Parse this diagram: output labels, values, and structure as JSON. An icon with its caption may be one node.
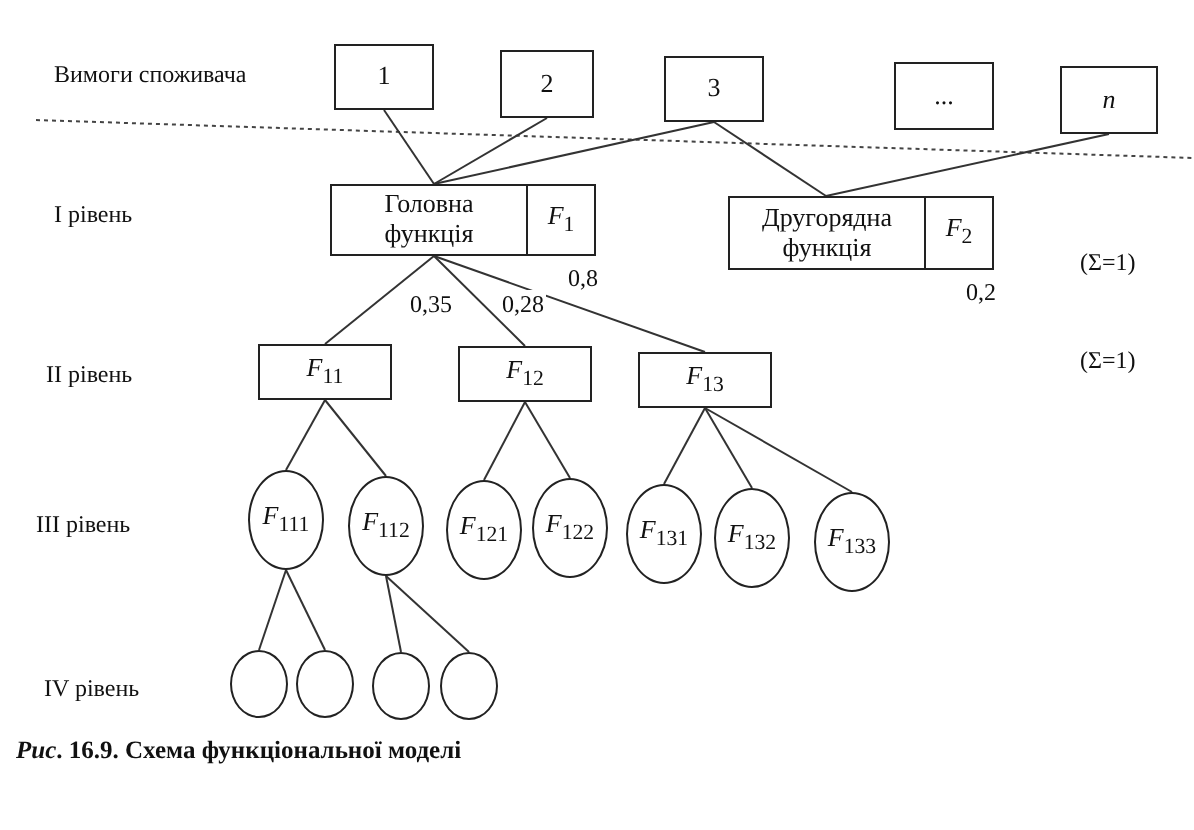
{
  "diagram": {
    "caption": "*Рис*. 16.9. Схема функціональної моделі",
    "nodes": [
      {
        "text": [
          "1"
        ]
      },
      {
        "text": [
          "2"
        ]
      },
      {
        "text": [
          "3"
        ]
      },
      {
        "text": [
          "..."
        ]
      },
      {
        "text": [
          "*n*"
        ]
      },
      {
        "text": [
          "Головна функція",
          "*F*$_{1}$"
        ],
        "beside": [
          "0,8"
        ]
      },
      {
        "text": [
          "Другорядна функція",
          "*F*$_{2}$"
        ],
        "beside": [
          "0,2"
        ]
      },
      {
        "text": [
          "*F*$_{11}$"
        ]
      },
      {
        "text": [
          "*F*$_{12}$"
        ]
      },
      {
        "text": [
          "*F*$_{13}$"
        ]
      },
      {
        "text": [
          "*F*$_{111}$"
        ]
      },
      {
        "text": [
          "*F*$_{112}$"
        ]
      },
      {
        "text": [
          "*F*$_{121}$"
        ]
      },
      {
        "text": [
          "*F*$_{122}$"
        ]
      },
      {
        "text": [
          "*F*$_{131}$"
        ]
      },
      {
        "text": [
          "*F*$_{132}$"
        ]
      },
      {
        "text": [
          "*F*$_{133}$"
        ]
      },
      {
        "text": [],
        "shape": "circle"
      },
      {
        "text": [],
        "shape": "circle"
      },
      {
        "text": [],
        "shape": "circle"
      },
      {
        "text": [],
        "shape": "circle"
      }
    ],
    "edges": [
      {
        "from": 0,
        "to": 5,
        "arrow": "none"
      },
      {
        "from": 1,
        "to": 5,
        "arrow": "none"
      },
      {
        "from": 2,
        "to": 5,
        "arrow": "none"
      },
      {
        "from": 2,
        "to": 6,
        "arrow": "none"
      },
      {
        "from": 4,
        "to": 6,
        "arrow": "none"
      },
      {
        "from": 5,
        "to": 7,
        "label": "0,35",
        "arrow": "none"
      },
      {
        "from": 5,
        "to": 8,
        "label": "0,28",
        "arrow": "none"
      },
      {
        "from": 5,
        "to": 9,
        "arrow": "none"
      },
      {
        "from": 7,
        "to": 10,
        "arrow": "none"
      },
      {
        "from": 7,
        "to": 11,
        "arrow": "none"
      },
      {
        "from": 8,
        "to": 12,
        "arrow": "none"
      },
      {
        "from": 8,
        "to": 13,
        "arrow": "none"
      },
      {
        "from": 9,
        "to": 14,
        "arrow": "none"
      },
      {
        "from": 9,
        "to": 15,
        "arrow": "none"
      },
      {
        "from": 9,
        "to": 16,
        "arrow": "none"
      },
      {
        "from": 10,
        "to": 17,
        "arrow": "none"
      },
      {
        "from": 10,
        "to": 18,
        "arrow": "none"
      },
      {
        "from": 11,
        "to": 19,
        "arrow": "none"
      },
      {
        "from": 11,
        "to": 20,
        "arrow": "none"
      }
    ],
    "labels": [
      "Вимоги споживача",
      "I рівень",
      "(Σ=1)",
      "II рівень",
      "(Σ=1)",
      "III рівень",
      "IV рівень"
    ]
  }
}
